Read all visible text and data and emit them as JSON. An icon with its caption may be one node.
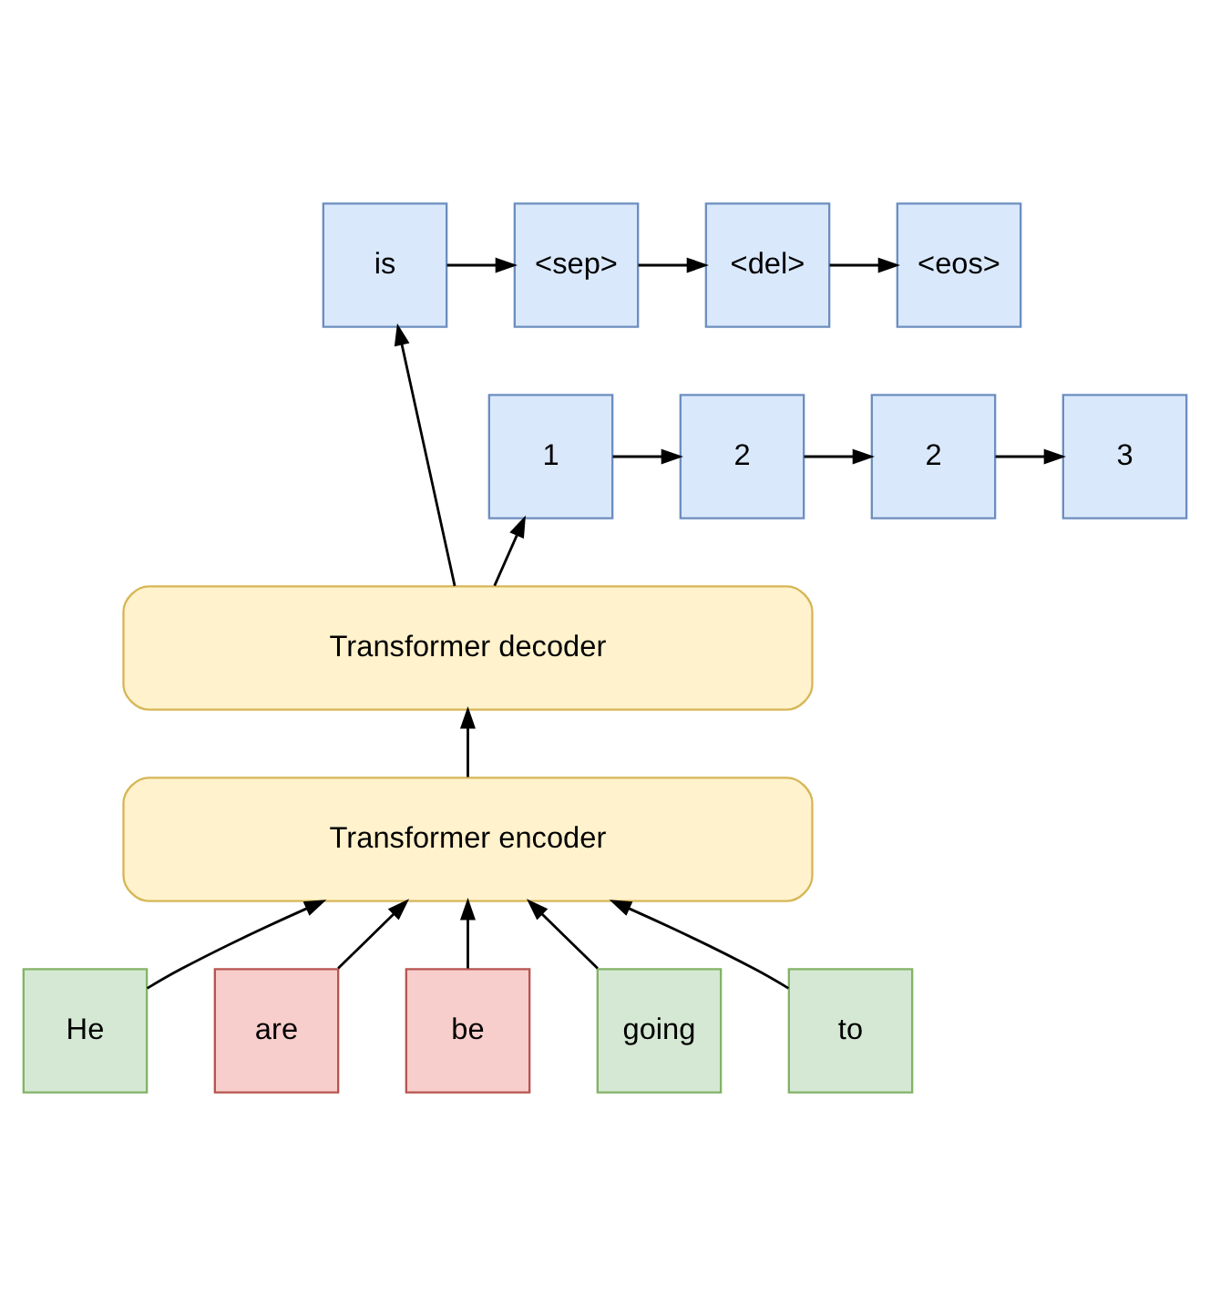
{
  "diagram": {
    "nodes": [
      {
        "text": [
          "is"
        ]
      },
      {
        "text": [
          "<sep>"
        ]
      },
      {
        "text": [
          "<del>"
        ]
      },
      {
        "text": [
          "<eos>"
        ]
      },
      {
        "text": [
          "1"
        ]
      },
      {
        "text": [
          "2"
        ]
      },
      {
        "text": [
          "2"
        ]
      },
      {
        "text": [
          "3"
        ]
      },
      {
        "text": [
          "Transformer decoder"
        ]
      },
      {
        "text": [
          "Transformer encoder"
        ]
      },
      {
        "text": [
          "He"
        ]
      },
      {
        "text": [
          "are"
        ]
      },
      {
        "text": [
          "be"
        ]
      },
      {
        "text": [
          "going"
        ]
      },
      {
        "text": [
          "to"
        ]
      }
    ],
    "edges": [
      {
        "from": 0,
        "to": 1,
        "arrow": "to"
      },
      {
        "from": 1,
        "to": 2,
        "arrow": "to"
      },
      {
        "from": 2,
        "to": 3,
        "arrow": "to"
      },
      {
        "from": 4,
        "to": 5,
        "arrow": "to"
      },
      {
        "from": 5,
        "to": 6,
        "arrow": "to"
      },
      {
        "from": 6,
        "to": 7,
        "arrow": "to"
      },
      {
        "from": 8,
        "to": 0,
        "arrow": "to"
      },
      {
        "from": 8,
        "to": 4,
        "arrow": "to"
      },
      {
        "from": 9,
        "to": 8,
        "arrow": "to"
      },
      {
        "from": 10,
        "to": 9,
        "arrow": "to"
      },
      {
        "from": 11,
        "to": 9,
        "arrow": "to"
      },
      {
        "from": 12,
        "to": 9,
        "arrow": "to"
      },
      {
        "from": 13,
        "to": 9,
        "arrow": "to"
      },
      {
        "from": 14,
        "to": 9,
        "arrow": "to"
      }
    ]
  }
}
